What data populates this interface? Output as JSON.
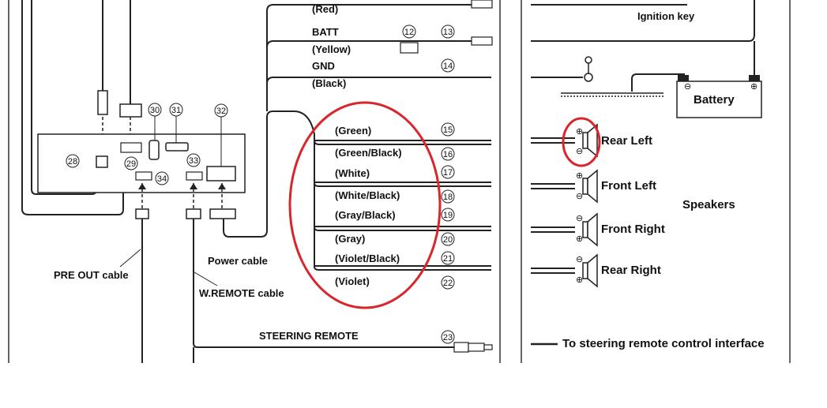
{
  "wires": [
    {
      "label": "(Red)",
      "num": ""
    },
    {
      "label": "BATT",
      "num": "13"
    },
    {
      "label": "(Yellow)",
      "num": ""
    },
    {
      "label": "GND",
      "num": "14"
    },
    {
      "label": "(Black)",
      "num": ""
    },
    {
      "label": "(Green)",
      "num": "15"
    },
    {
      "label": "(Green/Black)",
      "num": "16"
    },
    {
      "label": "(White)",
      "num": "17"
    },
    {
      "label": "(White/Black)",
      "num": "18"
    },
    {
      "label": "(Gray/Black)",
      "num": "19"
    },
    {
      "label": "(Gray)",
      "num": "20"
    },
    {
      "label": "(Violet/Black)",
      "num": "21"
    },
    {
      "label": "(Violet)",
      "num": "22"
    }
  ],
  "batt_connector_num": "12",
  "steering": {
    "label": "STEERING REMOTE",
    "num": "23",
    "desc": "To steering remote control interface"
  },
  "unit_connectors": {
    "n28": "28",
    "n29": "29",
    "n30": "30",
    "n31": "31",
    "n32": "32",
    "n33": "33",
    "n34": "34"
  },
  "cables": {
    "preout": "PRE OUT cable",
    "wremote": "W.REMOTE cable",
    "power": "Power cable"
  },
  "right_panel": {
    "ignition": "Ignition key",
    "battery": "Battery",
    "speakers": "Speakers",
    "speaker_names": [
      "Rear Left",
      "Front Left",
      "Front Right",
      "Rear Right"
    ],
    "plus": "⊕",
    "minus": "⊖"
  },
  "colors": {
    "highlight": "#d9262c",
    "line": "#1a1a1a"
  }
}
